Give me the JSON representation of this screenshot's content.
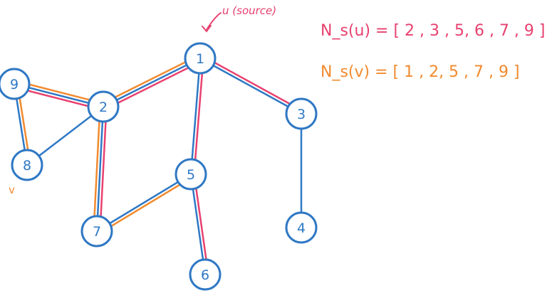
{
  "colors": {
    "node": "#2f78c4",
    "edge": "#2f78c4",
    "highlight_u": "#e8416f",
    "highlight_v": "#f28a2e"
  },
  "nodes": [
    {
      "id": "1",
      "label": "1"
    },
    {
      "id": "2",
      "label": "2"
    },
    {
      "id": "3",
      "label": "3"
    },
    {
      "id": "4",
      "label": "4"
    },
    {
      "id": "5",
      "label": "5"
    },
    {
      "id": "6",
      "label": "6"
    },
    {
      "id": "7",
      "label": "7"
    },
    {
      "id": "8",
      "label": "8"
    },
    {
      "id": "9",
      "label": "9"
    }
  ],
  "edges": [
    {
      "from": "1",
      "to": "2",
      "highlight": [
        "u",
        "v"
      ]
    },
    {
      "from": "1",
      "to": "3",
      "highlight": [
        "u"
      ]
    },
    {
      "from": "1",
      "to": "5",
      "highlight": [
        "u"
      ]
    },
    {
      "from": "2",
      "to": "9",
      "highlight": [
        "u",
        "v"
      ]
    },
    {
      "from": "2",
      "to": "8",
      "highlight": []
    },
    {
      "from": "2",
      "to": "7",
      "highlight": [
        "u",
        "v"
      ]
    },
    {
      "from": "9",
      "to": "8",
      "highlight": [
        "v"
      ]
    },
    {
      "from": "5",
      "to": "7",
      "highlight": [
        "v"
      ]
    },
    {
      "from": "5",
      "to": "6",
      "highlight": [
        "u"
      ]
    },
    {
      "from": "3",
      "to": "4",
      "highlight": []
    }
  ],
  "annotations": {
    "source_label": "u (source)",
    "v_label": "v",
    "n_s_u": "N_s(u) = [ 2 , 3 , 5, 6 , 7 , 9 ]",
    "n_s_v": "N_s(v) = [ 1 , 2, 5 , 7 , 9 ]"
  }
}
